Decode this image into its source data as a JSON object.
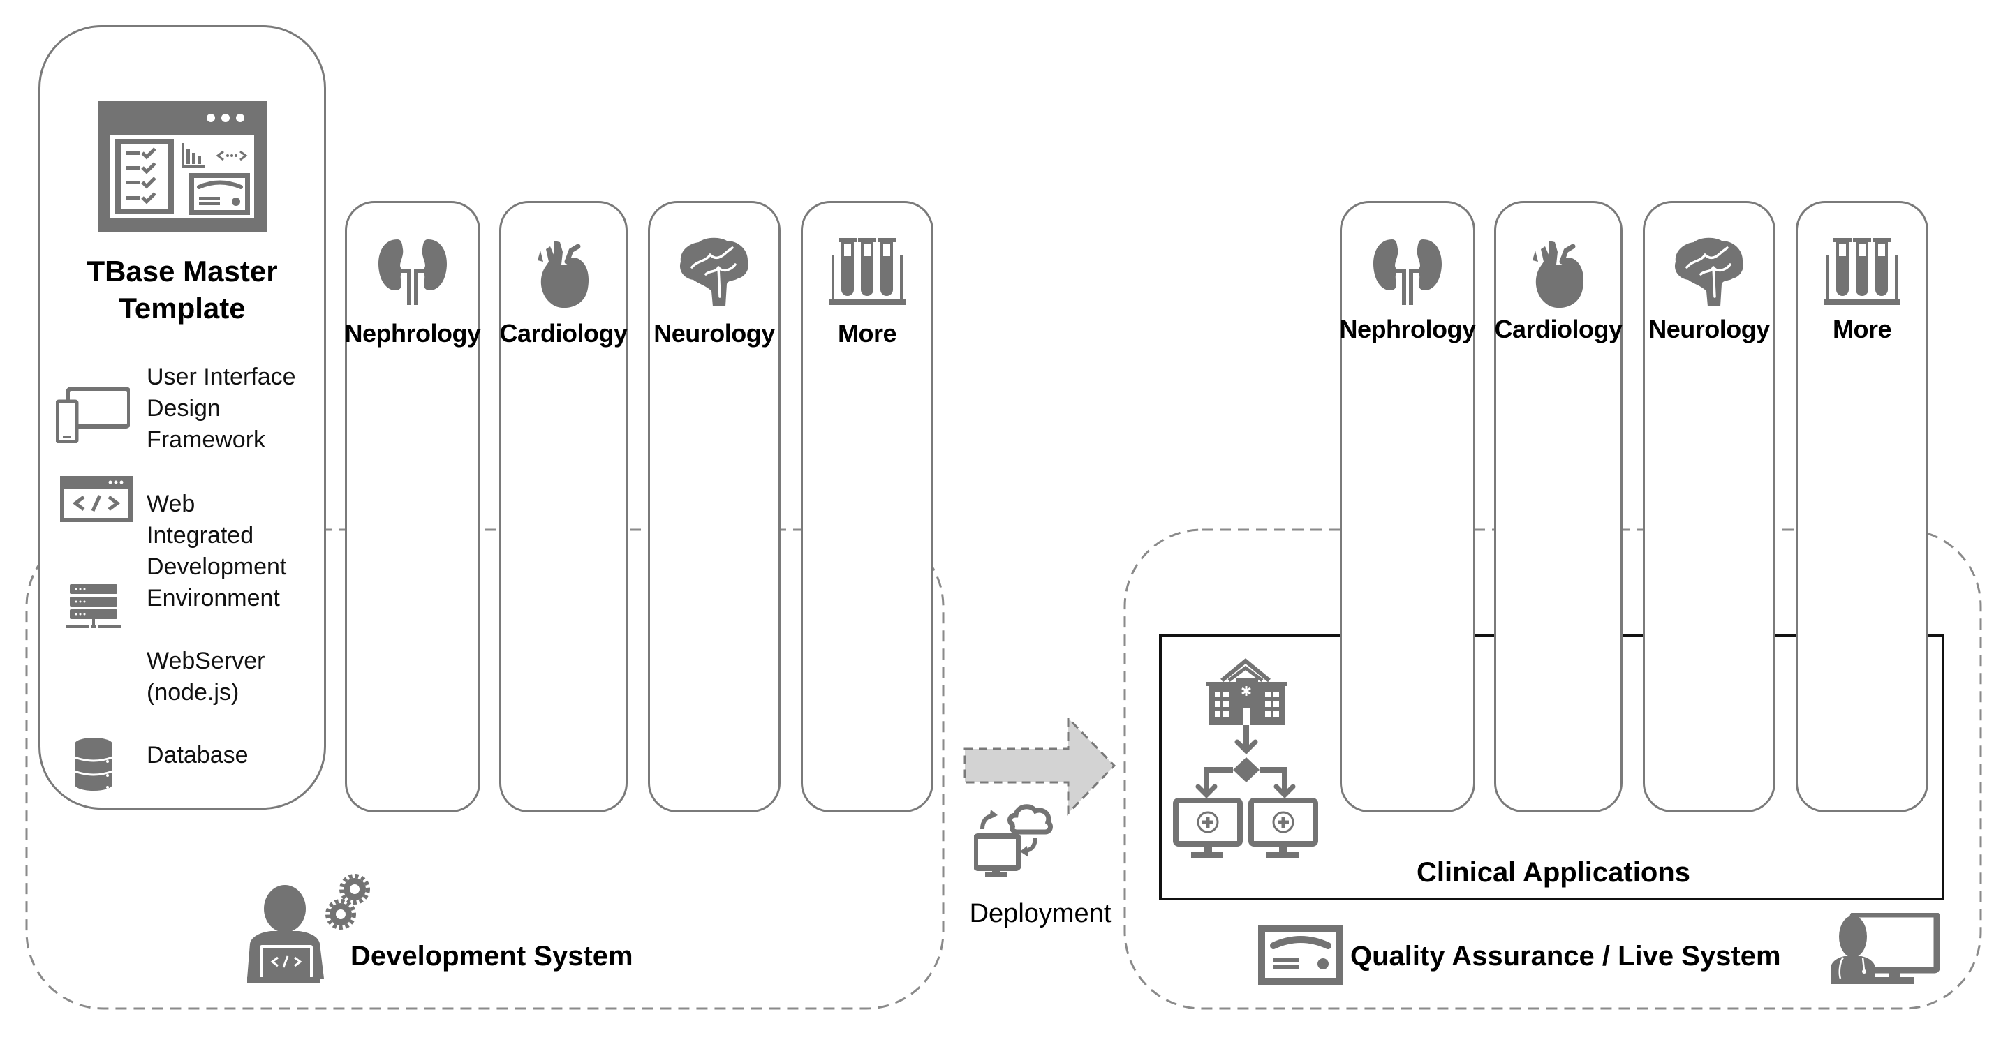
{
  "master_template": {
    "title": "TBase Master Template",
    "title_line1": "TBase Master",
    "title_line2": "Template",
    "features": [
      {
        "icon": "devices-icon",
        "lines": [
          "User Interface",
          "Design",
          "Framework"
        ]
      },
      {
        "icon": "code-window-icon",
        "lines": [
          "Web",
          "Integrated",
          "Development",
          "Environment"
        ]
      },
      {
        "icon": "server-icon",
        "lines": [
          "WebServer",
          "(node.js)"
        ]
      },
      {
        "icon": "database-icon",
        "lines": [
          "Database"
        ]
      }
    ]
  },
  "development_modules": [
    {
      "label": "Nephrology",
      "icon": "kidney-icon"
    },
    {
      "label": "Cardiology",
      "icon": "heart-icon"
    },
    {
      "label": "Neurology",
      "icon": "brain-icon"
    },
    {
      "label": "More",
      "icon": "test-tubes-icon"
    }
  ],
  "live_modules": [
    {
      "label": "Nephrology",
      "icon": "kidney-icon"
    },
    {
      "label": "Cardiology",
      "icon": "heart-icon"
    },
    {
      "label": "Neurology",
      "icon": "brain-icon"
    },
    {
      "label": "More",
      "icon": "test-tubes-icon"
    }
  ],
  "development_system": {
    "label": "Development System",
    "icon": "developer-icon"
  },
  "deployment": {
    "label": "Deployment",
    "icon": "cloud-sync-icon"
  },
  "clinical_applications": {
    "label": "Clinical Applications",
    "icon": "hospital-workflow-icon"
  },
  "qa_system": {
    "label": "Quality Assurance / Live System",
    "icon": "certificate-icon",
    "user_icon": "doctor-monitor-icon"
  },
  "colors": {
    "icon_gray": "#737373",
    "border_gray": "#7a7a7a",
    "arrow_fill": "#d3d3d3",
    "text": "#000000"
  }
}
